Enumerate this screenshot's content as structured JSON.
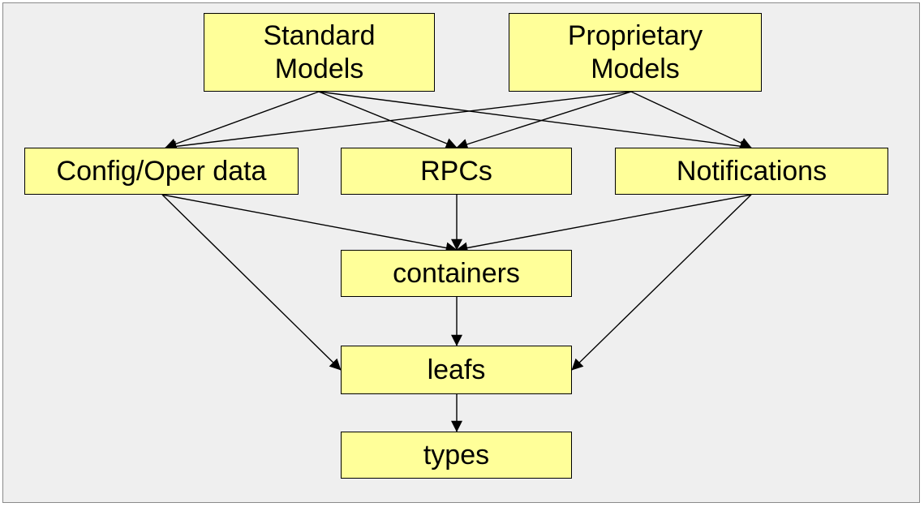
{
  "nodes": {
    "standard_models": "Standard\nModels",
    "proprietary_models": "Proprietary\nModels",
    "config_oper_data": "Config/Oper data",
    "rpcs": "RPCs",
    "notifications": "Notifications",
    "containers": "containers",
    "leafs": "leafs",
    "types": "types"
  },
  "edges": [
    {
      "from": "standard_models",
      "to": "config_oper_data"
    },
    {
      "from": "standard_models",
      "to": "rpcs"
    },
    {
      "from": "standard_models",
      "to": "notifications"
    },
    {
      "from": "proprietary_models",
      "to": "config_oper_data"
    },
    {
      "from": "proprietary_models",
      "to": "rpcs"
    },
    {
      "from": "proprietary_models",
      "to": "notifications"
    },
    {
      "from": "config_oper_data",
      "to": "containers"
    },
    {
      "from": "rpcs",
      "to": "containers"
    },
    {
      "from": "notifications",
      "to": "containers"
    },
    {
      "from": "config_oper_data",
      "to": "leafs"
    },
    {
      "from": "notifications",
      "to": "leafs"
    },
    {
      "from": "containers",
      "to": "leafs"
    },
    {
      "from": "leafs",
      "to": "types"
    }
  ],
  "colors": {
    "node_fill": "#ffff99",
    "node_border": "#000000",
    "background": "#efefef",
    "frame": "#8a8a8a"
  }
}
